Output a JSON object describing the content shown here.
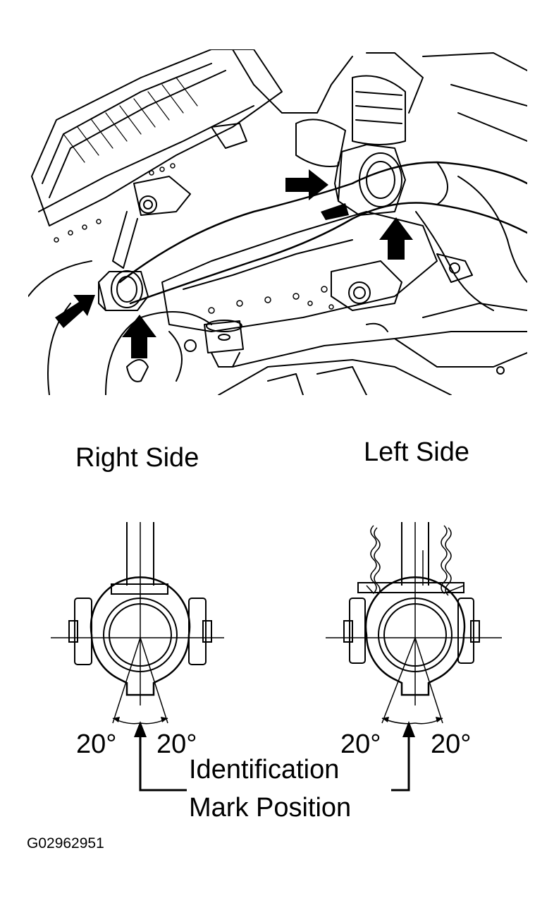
{
  "labels": {
    "right_side": "Right Side",
    "left_side": "Left Side",
    "angle_right_l": "20°",
    "angle_right_r": "20°",
    "angle_left_l": "20°",
    "angle_left_r": "20°",
    "identification_line1": "Identification",
    "identification_line2": "Mark Position",
    "figure_code": "G02962951"
  }
}
